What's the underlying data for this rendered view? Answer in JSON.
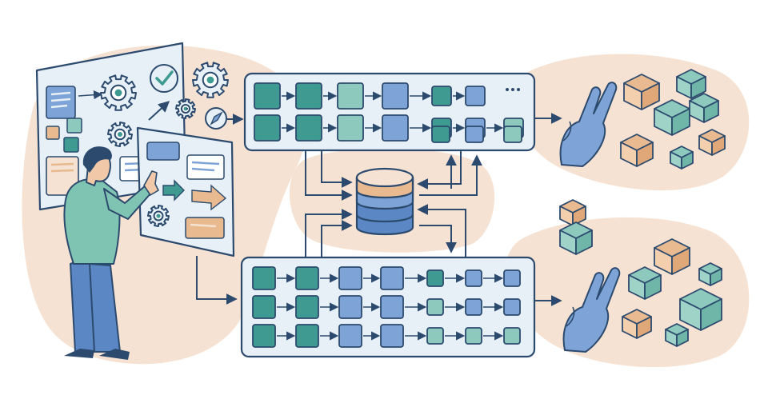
{
  "palette": {
    "ink": "#2c4a6e",
    "teal": "#3f9a92",
    "mint": "#8dc9bd",
    "blue": "#7ea3d6",
    "peach": "#e9b98f",
    "panel": "#e6f0f6",
    "blob": "#f6e2d2",
    "skin": "#f2c9a8",
    "shirt": "#7fc3b3",
    "pants": "#5b87c4",
    "hair": "#2c4a6e"
  },
  "icons": {
    "gear": "gear-icon",
    "check": "checkmark-icon",
    "compass": "compass-icon",
    "database": "database-icon",
    "hand": "open-hand-icon",
    "box": "package-box-icon",
    "arrow": "arrow-icon"
  },
  "top_pipeline": {
    "rows": [
      [
        "teal",
        "teal",
        "mint",
        "blue",
        "teal",
        "blue",
        "ink-dots"
      ],
      [
        "teal",
        "teal",
        "mint",
        "blue",
        "teal",
        "blue",
        "mint"
      ],
      [
        "",
        "",
        "",
        "",
        "teal",
        "blue",
        "mint"
      ]
    ]
  },
  "bottom_pipeline": {
    "rows": [
      [
        "teal",
        "teal",
        "blue",
        "blue",
        "teal",
        "blue",
        "blue"
      ],
      [
        "teal",
        "teal",
        "blue",
        "blue",
        "mint",
        "blue",
        "blue"
      ],
      [
        "teal",
        "teal",
        "blue",
        "blue",
        "mint",
        "mint",
        "mint"
      ]
    ]
  }
}
